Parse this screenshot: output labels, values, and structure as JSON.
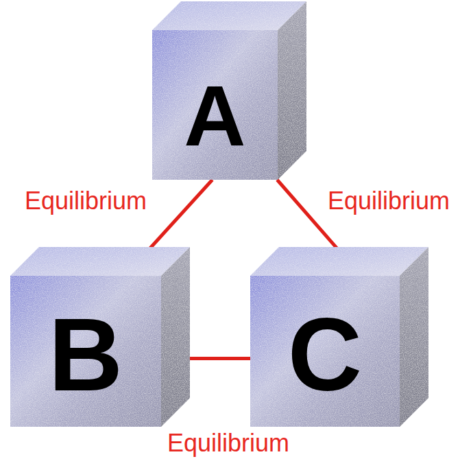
{
  "diagram": {
    "nodes": [
      {
        "text": [
          "A"
        ]
      },
      {
        "text": [
          "B"
        ]
      },
      {
        "text": [
          "C"
        ]
      }
    ],
    "edges": [
      {
        "from": 0,
        "to": 1,
        "label": "Equilibrium",
        "arrow": "none"
      },
      {
        "from": 0,
        "to": 2,
        "label": "Equilibrium",
        "arrow": "none"
      },
      {
        "from": 1,
        "to": 2,
        "label": "Equilibrium",
        "arrow": "none"
      }
    ]
  }
}
